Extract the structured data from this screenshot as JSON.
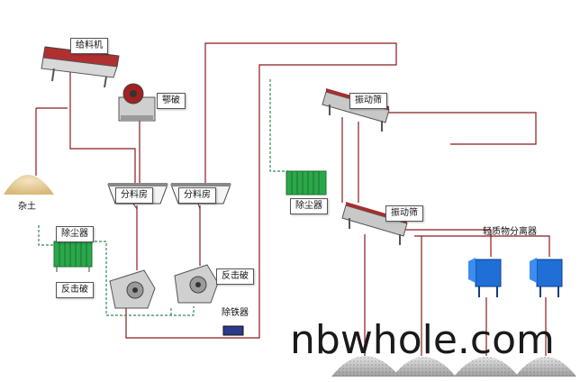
{
  "labels": {
    "feeder": "给料机",
    "jaw_crusher": "鄂破",
    "soil": "杂土",
    "bin_left": "分料房",
    "bin_right": "分料房",
    "vibrating_screen_top": "振动筛",
    "vibrating_screen_mid": "振动筛",
    "dust_collector_left": "除尘器",
    "dust_collector_right": "除尘器",
    "impact_crusher_left": "反击破",
    "impact_crusher_right": "反击破",
    "iron_remover": "除铁器",
    "light_separator": "轻质物分离器"
  },
  "watermark": "nbwhole.com",
  "colors": {
    "conveyor_line": "#8b1a1a",
    "dust_duct": "#2e8b57",
    "dust_collector": "#2aa84a",
    "separator": "#1f6fd6",
    "iron_remover": "#2b3a8c"
  }
}
